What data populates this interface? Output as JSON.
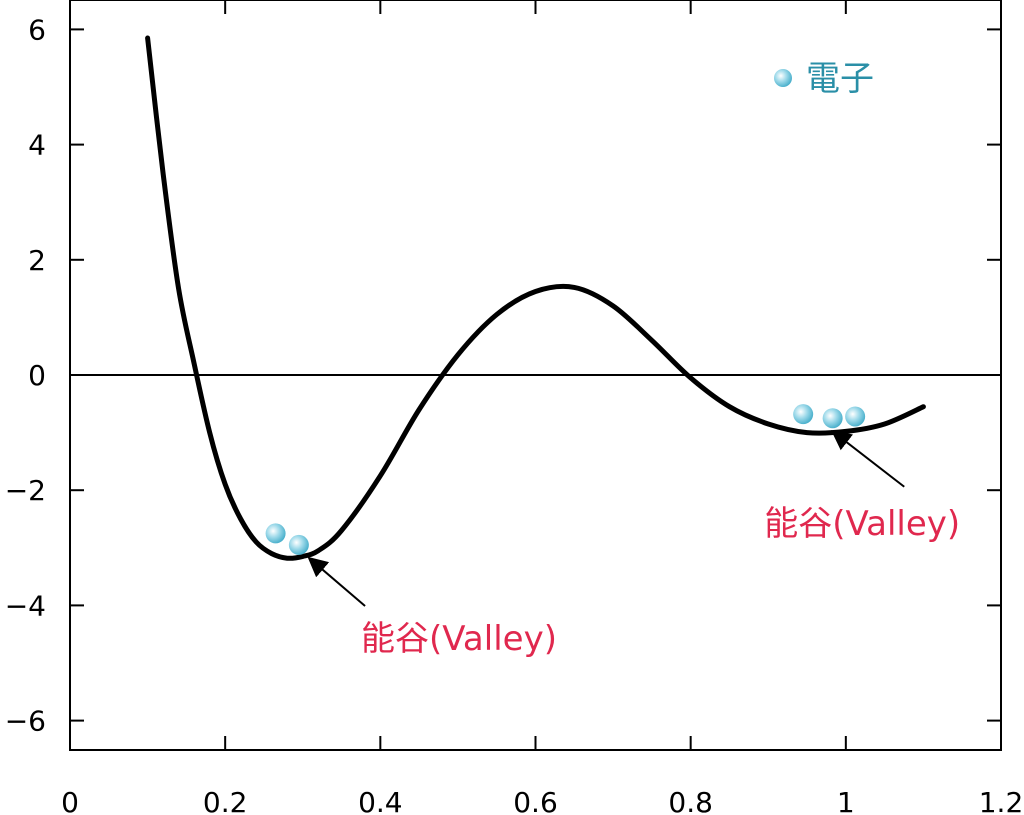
{
  "chart_data": {
    "type": "line",
    "title": "",
    "xlabel": "",
    "ylabel": "",
    "xlim": [
      0,
      1.2
    ],
    "ylim": [
      -6.5,
      6.5
    ],
    "x_ticks": [
      {
        "value": 0,
        "label": "0"
      },
      {
        "value": 0.2,
        "label": "0.2"
      },
      {
        "value": 0.4,
        "label": "0.4"
      },
      {
        "value": 0.6,
        "label": "0.6"
      },
      {
        "value": 0.8,
        "label": "0.8"
      },
      {
        "value": 1.0,
        "label": "1"
      },
      {
        "value": 1.2,
        "label": "1.2"
      }
    ],
    "y_ticks": [
      {
        "value": 6,
        "label": "6"
      },
      {
        "value": 4,
        "label": "4"
      },
      {
        "value": 2,
        "label": "2"
      },
      {
        "value": 0,
        "label": "0"
      },
      {
        "value": -2,
        "label": "−2"
      },
      {
        "value": -4,
        "label": "−4"
      },
      {
        "value": -6,
        "label": "−6"
      }
    ],
    "zero_line": true,
    "grid": false,
    "series": [
      {
        "color": "#000000",
        "points": [
          [
            0.1,
            5.85
          ],
          [
            0.12,
            3.5
          ],
          [
            0.14,
            1.5
          ],
          [
            0.16,
            0.2
          ],
          [
            0.18,
            -1.0
          ],
          [
            0.2,
            -1.9
          ],
          [
            0.22,
            -2.5
          ],
          [
            0.24,
            -2.9
          ],
          [
            0.26,
            -3.1
          ],
          [
            0.28,
            -3.18
          ],
          [
            0.3,
            -3.15
          ],
          [
            0.32,
            -3.05
          ],
          [
            0.35,
            -2.7
          ],
          [
            0.4,
            -1.75
          ],
          [
            0.45,
            -0.6
          ],
          [
            0.5,
            0.35
          ],
          [
            0.55,
            1.05
          ],
          [
            0.6,
            1.45
          ],
          [
            0.65,
            1.52
          ],
          [
            0.7,
            1.2
          ],
          [
            0.75,
            0.6
          ],
          [
            0.8,
            -0.05
          ],
          [
            0.85,
            -0.55
          ],
          [
            0.9,
            -0.85
          ],
          [
            0.95,
            -1.0
          ],
          [
            1.0,
            -0.98
          ],
          [
            1.05,
            -0.85
          ],
          [
            1.1,
            -0.55
          ]
        ]
      }
    ],
    "annotations": [
      {
        "text": "能谷(Valley)",
        "target_xy": [
          0.31,
          -3.2
        ],
        "text_anchor_xy": [
          0.37,
          -4.6
        ]
      },
      {
        "text": "能谷(Valley)",
        "target_xy": [
          0.985,
          -1.0
        ],
        "text_anchor_xy": [
          0.9,
          -2.6
        ]
      }
    ],
    "electrons": [
      [
        0.265,
        -2.75
      ],
      [
        0.295,
        -2.95
      ],
      [
        0.945,
        -0.68
      ],
      [
        0.983,
        -0.75
      ],
      [
        1.012,
        -0.72
      ]
    ],
    "legend": {
      "label": "電子",
      "placement": "top-right"
    },
    "colors": {
      "curve": "#000000",
      "annotation": "#e0284e",
      "electron": "#4ab3cf",
      "legend_text": "#2a8fa7"
    }
  }
}
